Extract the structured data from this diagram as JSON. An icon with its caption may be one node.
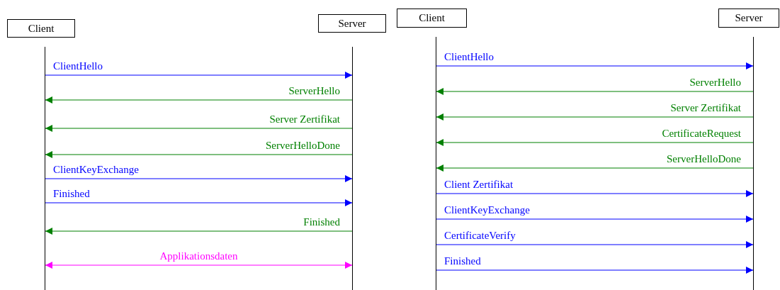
{
  "diagram": {
    "nodes": [
      {
        "text": [
          "Client"
        ]
      },
      {
        "text": [
          "Server"
        ]
      },
      {
        "text": [],
        "shape": "line"
      },
      {
        "text": [],
        "shape": "line"
      },
      {
        "text": [
          "Client"
        ]
      },
      {
        "text": [
          "Server"
        ]
      },
      {
        "text": [],
        "shape": "line"
      },
      {
        "text": [],
        "shape": "line"
      }
    ],
    "edges": [
      {
        "from": 2,
        "to": 3,
        "arrow": "to",
        "label": "ClientHello"
      },
      {
        "from": 3,
        "to": 2,
        "arrow": "to",
        "label": "ServerHello",
        "color": "#008000"
      },
      {
        "from": 3,
        "to": 2,
        "arrow": "to",
        "label": "Server Zertifikat",
        "color": "#008000"
      },
      {
        "from": 3,
        "to": 2,
        "arrow": "to",
        "label": "ServerHelloDone",
        "color": "#008000"
      },
      {
        "from": 2,
        "to": 3,
        "arrow": "to",
        "label": "ClientKeyExchange"
      },
      {
        "from": 2,
        "to": 3,
        "arrow": "to",
        "label": "Finished"
      },
      {
        "from": 3,
        "to": 2,
        "arrow": "to",
        "label": "Finished",
        "color": "#008000"
      },
      {
        "from": 2,
        "to": 3,
        "arrow": "both",
        "label": "Applikationsdaten",
        "color": "#ff00ff"
      },
      {
        "from": 6,
        "to": 7,
        "arrow": "to",
        "label": "ClientHello"
      },
      {
        "from": 7,
        "to": 6,
        "arrow": "to",
        "label": "ServerHello",
        "color": "#008000"
      },
      {
        "from": 7,
        "to": 6,
        "arrow": "to",
        "label": "Server Zertifikat",
        "color": "#008000"
      },
      {
        "from": 7,
        "to": 6,
        "arrow": "to",
        "label": "CertificateRequest",
        "color": "#008000"
      },
      {
        "from": 7,
        "to": 6,
        "arrow": "to",
        "label": "ServerHelloDone",
        "color": "#008000"
      },
      {
        "from": 6,
        "to": 7,
        "arrow": "to",
        "label": "Client Zertifikat"
      },
      {
        "from": 6,
        "to": 7,
        "arrow": "to",
        "label": "ClientKeyExchange"
      },
      {
        "from": 6,
        "to": 7,
        "arrow": "to",
        "label": "CertificateVerify"
      },
      {
        "from": 6,
        "to": 7,
        "arrow": "to",
        "label": "Finished"
      }
    ]
  }
}
